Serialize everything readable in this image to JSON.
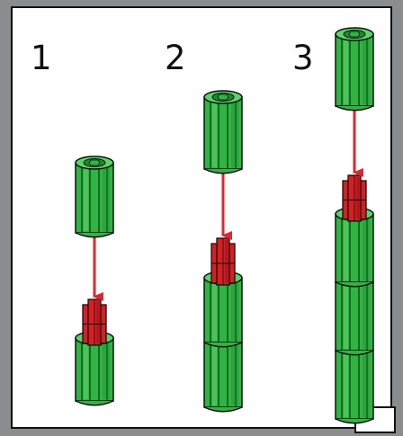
{
  "steps": [
    {
      "number": "1",
      "stacked_segments": 1
    },
    {
      "number": "2",
      "stacked_segments": 2
    },
    {
      "number": "3",
      "stacked_segments": 3
    }
  ],
  "colors": {
    "tube": "#2fb542",
    "tube_light": "#5fd26c",
    "tube_dark": "#1d8a2c",
    "connector": "#d51f24",
    "connector_dark": "#8f1216",
    "arrow": "#d62a32",
    "outline": "#111111",
    "background": "#8a8d90"
  },
  "icons": {
    "tube": "green-tube-icon",
    "connector": "red-connector-icon",
    "arrow": "down-arrow-icon"
  }
}
